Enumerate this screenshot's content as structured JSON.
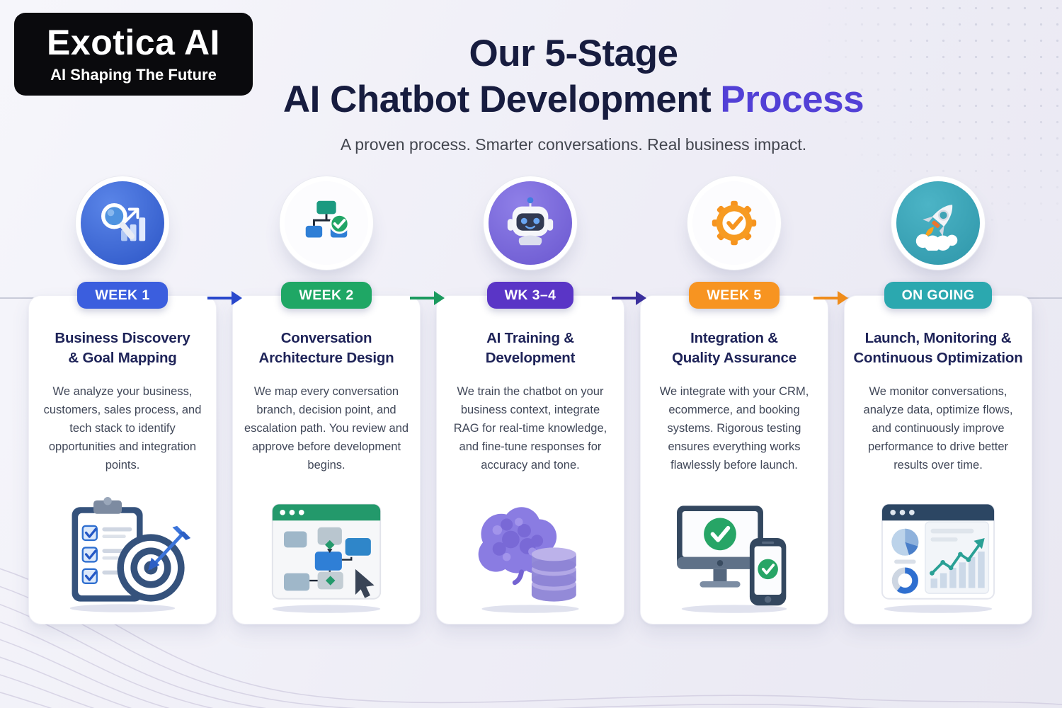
{
  "logo": {
    "name": "Exotica AI",
    "tagline": "AI Shaping The Future"
  },
  "header": {
    "title_line1": "Our 5-Stage",
    "title_line2_prefix": "AI Chatbot Development",
    "title_line2_accent": "Process",
    "accent_color": "#5240d6",
    "subtitle": "A proven process. Smarter conversations. Real business impact."
  },
  "stages": [
    {
      "badge": "WEEK 1",
      "badge_color": "#3b5ede",
      "arrow_color": "#2948cc",
      "icon": "magnifier-growth-icon",
      "title_line1": "Business Discovery",
      "title_line2": "& Goal Mapping",
      "body": "We analyze your business, customers, sales process, and tech stack to identify opportunities and integration points.",
      "illustration": "clipboard-target"
    },
    {
      "badge": "WEEK 2",
      "badge_color": "#1fa765",
      "arrow_color": "#1b9a5e",
      "icon": "flowchart-check-icon",
      "title_line1": "Conversation",
      "title_line2": "Architecture Design",
      "body": "We map every conversation branch, decision point, and escalation path. You review and approve before development begins.",
      "illustration": "flow-builder-window"
    },
    {
      "badge": "WK 3–4",
      "badge_color": "#5a35c6",
      "arrow_color": "#3a2f9d",
      "icon": "chatbot-robot-icon",
      "title_line1": "AI Training &",
      "title_line2": "Development",
      "body": "We train the chatbot on your business context, integrate RAG for real-time knowledge, and fine-tune responses for accuracy and tone.",
      "illustration": "brain-database"
    },
    {
      "badge": "WEEK 5",
      "badge_color": "#f79421",
      "arrow_color": "#ef8c1b",
      "icon": "gear-check-icon",
      "title_line1": "Integration &",
      "title_line2": "Quality Assurance",
      "body": "We integrate with your CRM, ecommerce, and booking systems. Rigorous testing ensures everything works flawlessly before launch.",
      "illustration": "devices-check"
    },
    {
      "badge": "ON GOING",
      "badge_color": "#2ba8af",
      "icon": "rocket-launch-icon",
      "title_line1": "Launch, Monitoring &",
      "title_line2": "Continuous Optimization",
      "body": "We monitor conversations, analyze data, optimize flows, and continuously improve performance to drive better results over time.",
      "illustration": "analytics-dashboard"
    }
  ]
}
